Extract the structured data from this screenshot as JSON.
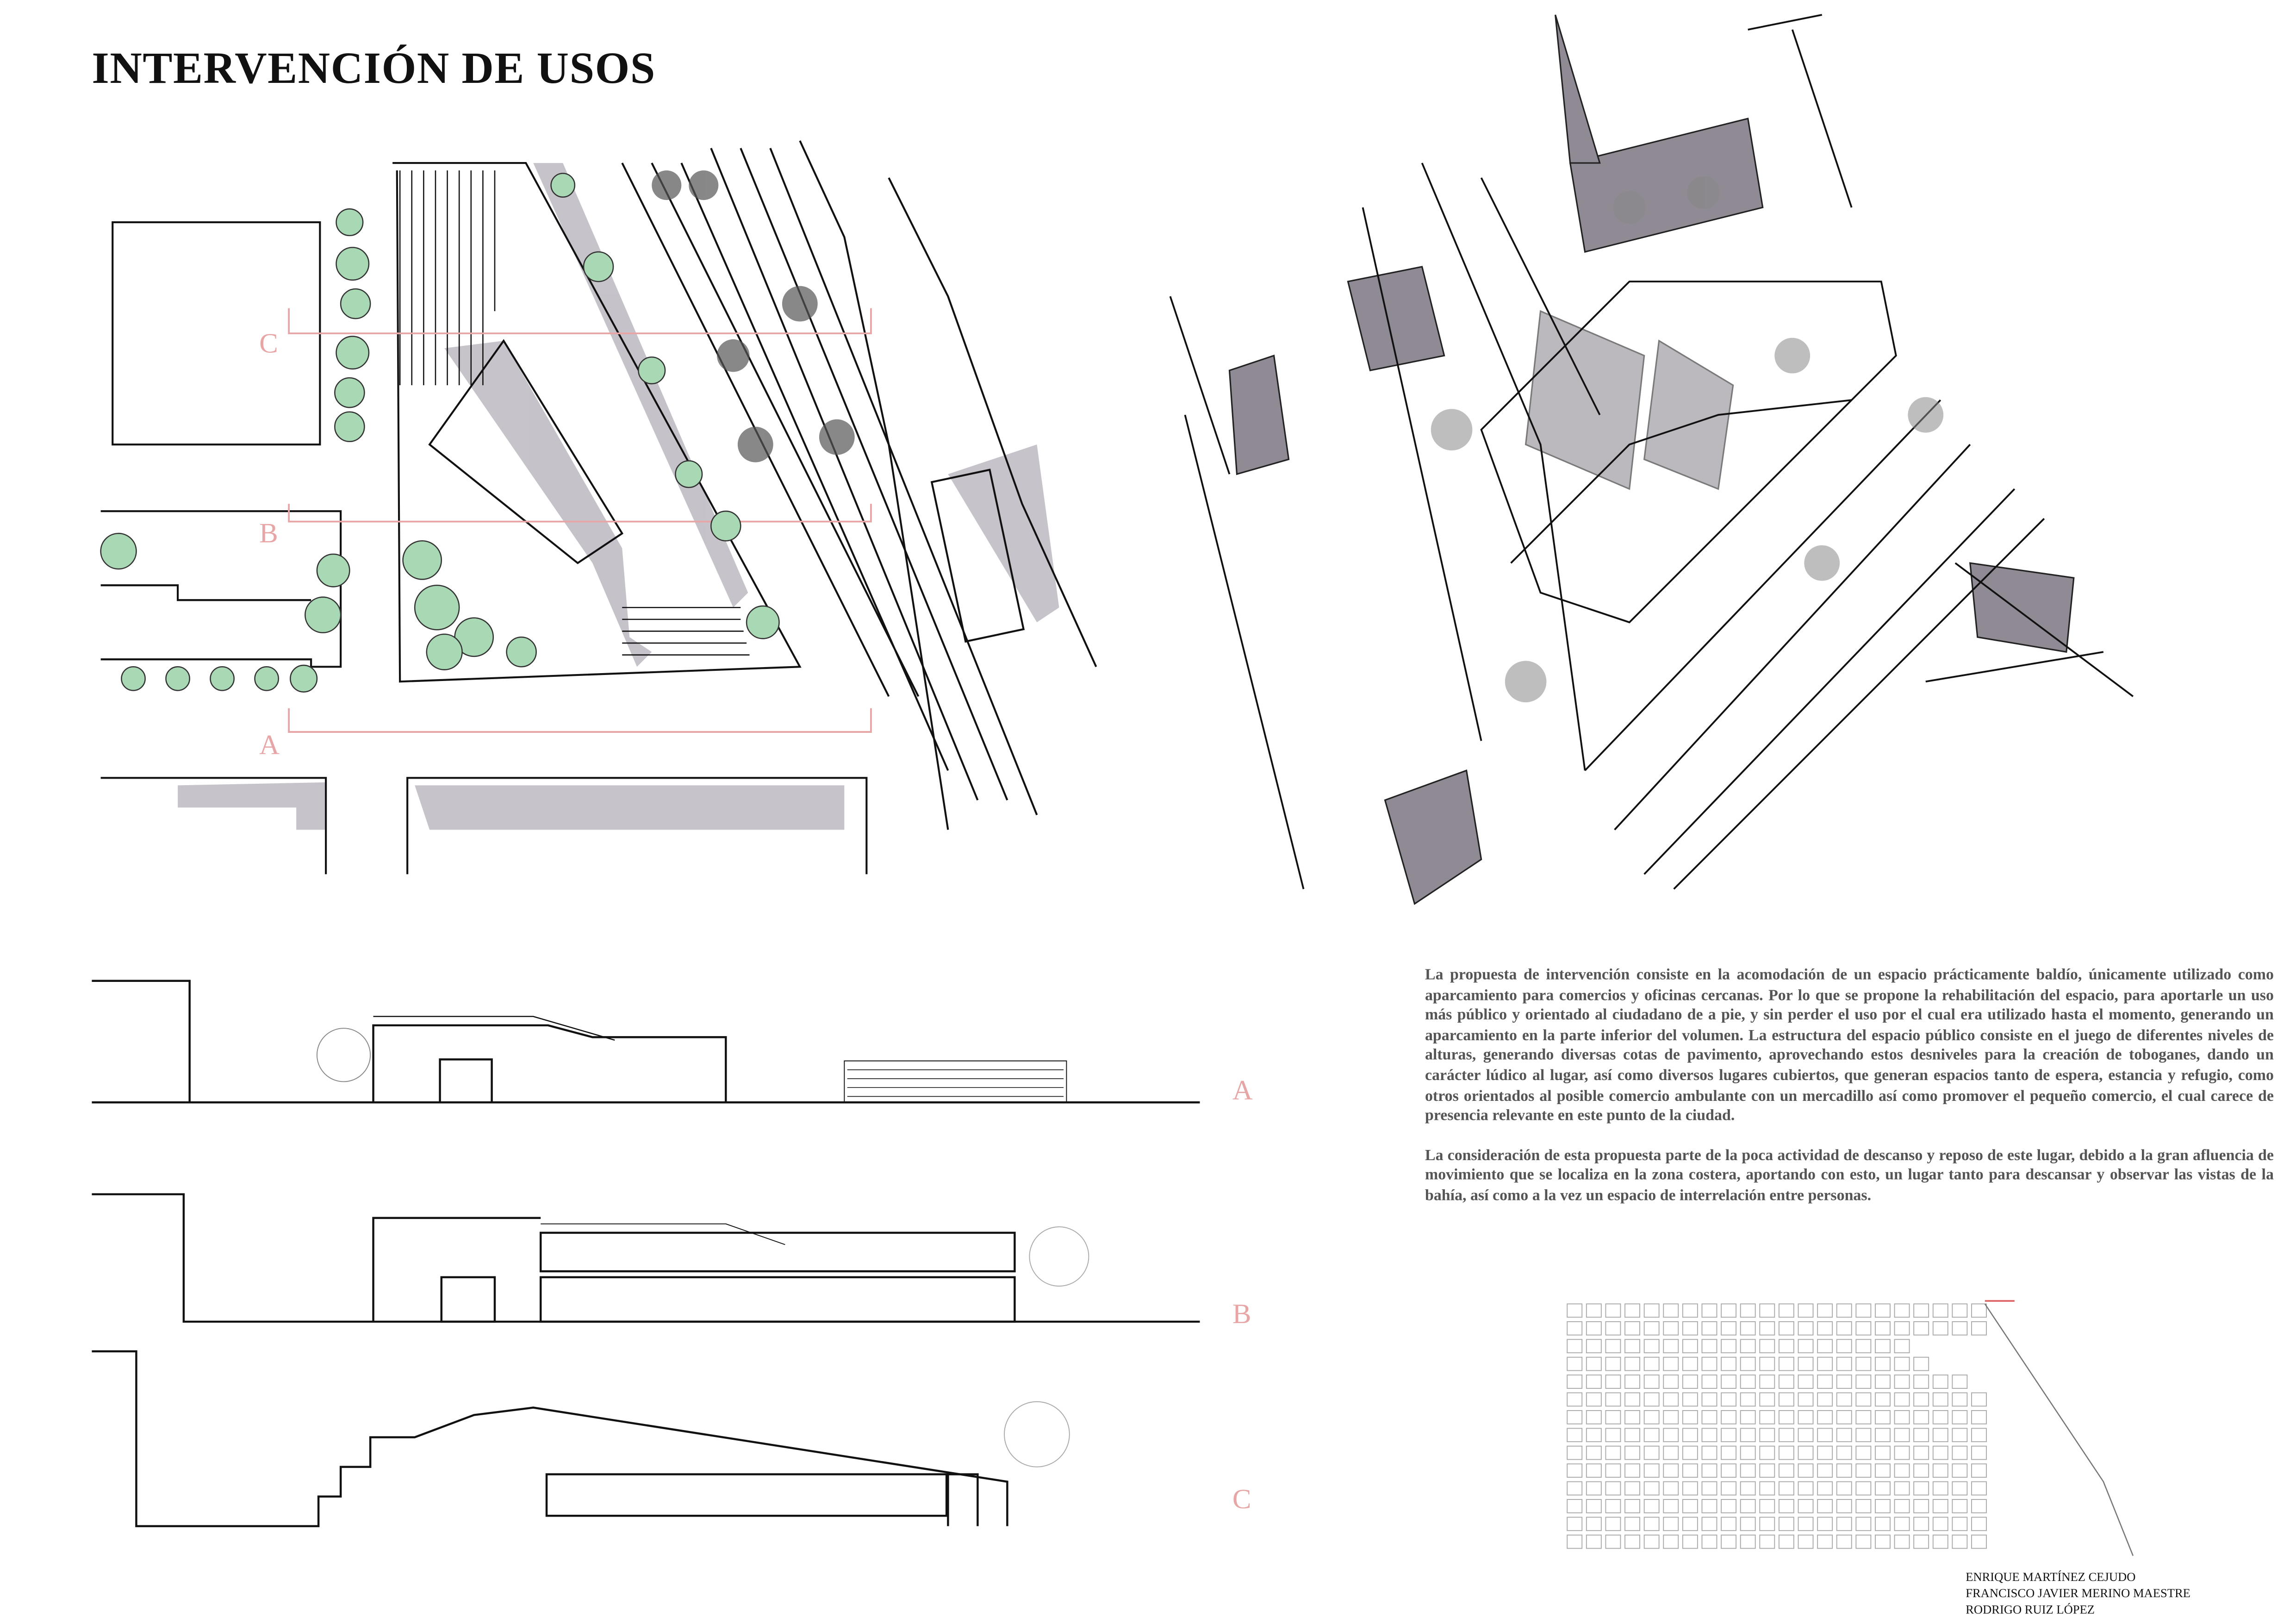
{
  "title": "INTERVENCIÓN DE USOS",
  "plan_section_labels": {
    "c": "C",
    "b": "B",
    "a": "A"
  },
  "section_labels": {
    "a": "A",
    "b": "B",
    "c": "C"
  },
  "description": [
    "La propuesta de intervención consiste en la acomodación de un espacio prácticamente baldío, únicamente utilizado como aparcamiento para comercios y oficinas cercanas. Por lo que se propone la rehabilitación del espacio, para aportarle un uso más público y orientado al ciudadano de a pie, y sin perder el uso por el cual era utilizado hasta el momento, generando un aparcamiento en la parte inferior del volumen. La estructura del espacio público consiste en el juego de diferentes niveles de alturas, generando diversas cotas de pavimento, aprovechando estos desniveles para la creación de toboganes, dando un carácter lúdico al lugar, así como diversos lugares cubiertos, que generan espacios tanto de espera, estancia y refugio, como otros orientados al posible comercio ambulante con un mercadillo así como promover el pequeño comercio, el cual carece de presencia relevante en este punto  de la ciudad.",
    "La consideración de esta propuesta parte de la poca actividad de descanso y reposo de este lugar, debido a la gran afluencia de movimiento que se localiza en la zona costera, aportando con esto, un lugar tanto para descansar y observar las vistas de la bahía, así como a la vez un espacio de interrelación entre personas."
  ],
  "authors": [
    "ENRIQUE MARTÍNEZ CEJUDO",
    "FRANCISCO JAVIER MERINO MAESTRE",
    "RODRIGO RUIZ LÓPEZ"
  ],
  "colors": {
    "section_marker": "#e8a5a5",
    "tree": "#a9d9b4",
    "shadow": "#8f8a93",
    "ink": "#111111"
  }
}
